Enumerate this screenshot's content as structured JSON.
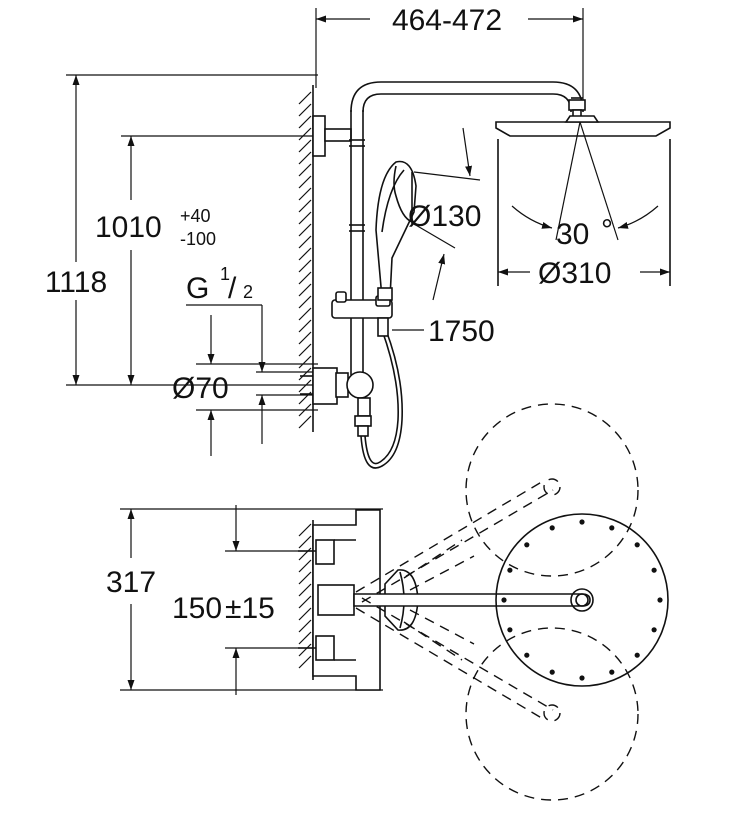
{
  "dimensions": {
    "arm_projection": "464-472",
    "total_height": "1118",
    "outlet_height": "1010",
    "outlet_tol_plus": "+40",
    "outlet_tol_minus": "-100",
    "connection_thread": "G",
    "thread_num": "1",
    "thread_den": "2",
    "rosette_diameter": "Ø70",
    "hand_shower_diameter": "Ø130",
    "swivel_angle": "30",
    "degree_sign": "°",
    "head_shower_diameter": "Ø310",
    "hose_length": "1750",
    "plan_width": "317",
    "centres": "150",
    "centres_tol": "±15"
  }
}
